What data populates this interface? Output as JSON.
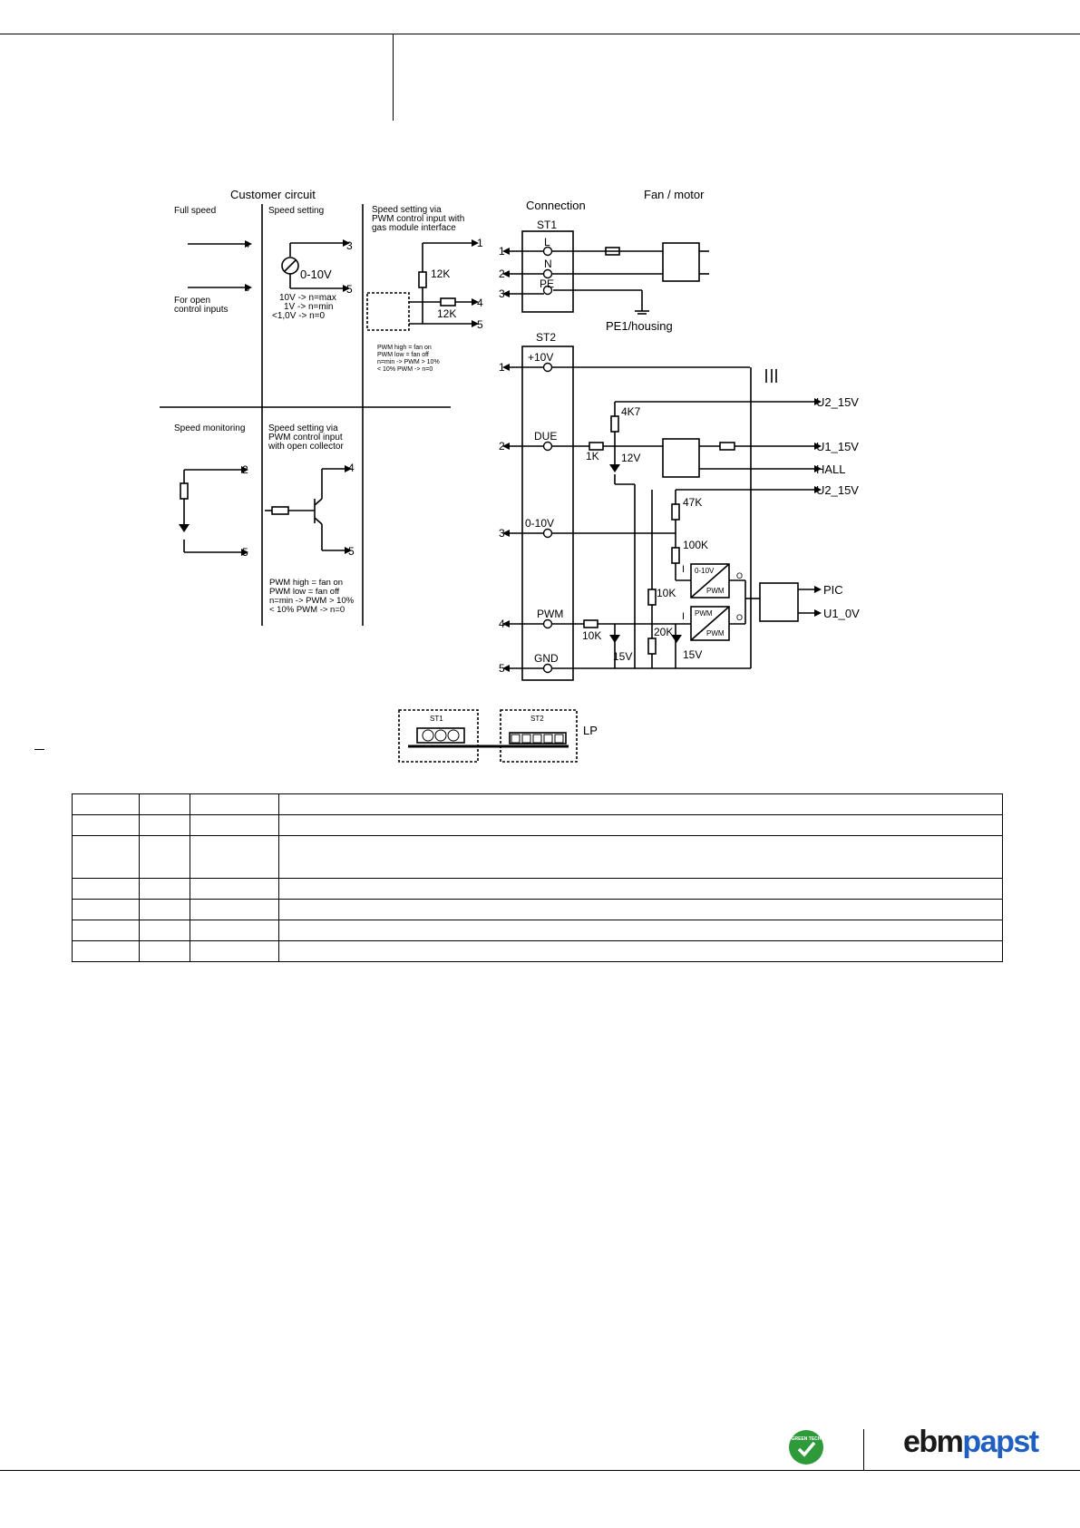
{
  "diagram": {
    "customer_title": "Customer circuit",
    "fan_title": "Fan / motor",
    "connection_label": "Connection",
    "full_speed": "Full speed",
    "speed_setting": "Speed setting",
    "gas_line1": "Speed setting via",
    "gas_line2": "PWM control input with",
    "gas_line3": "gas module interface",
    "open_ctrl1": "For open",
    "open_ctrl2": "control inputs",
    "v010": "0-10V",
    "ss_note1": "10V -> n=max",
    "ss_note2": "1V -> n=min",
    "ss_note3": "<1,0V -> n=0",
    "r12k": "12K",
    "pwm_small1": "PWM high = fan on",
    "pwm_small2": "PWM low = fan off",
    "pwm_small3": "n=min -> PWM > 10%",
    "pwm_small4": "< 10% PWM -> n=0",
    "speed_mon": "Speed monitoring",
    "oc_line1": "Speed setting via",
    "oc_line2": "PWM control input",
    "oc_line3": "with open collector",
    "pwm_big1": "PWM high = fan on",
    "pwm_big2": "PWM low = fan off",
    "pwm_big3": "n=min -> PWM > 10%",
    "pwm_big4": "< 10% PWM -> n=0",
    "st1": "ST1",
    "st2": "ST2",
    "pin_L": "L",
    "pin_N": "N",
    "pin_PE": "PE",
    "pe_housing": "PE1/housing",
    "p10v": "+10V",
    "due": "DUE",
    "pwm": "PWM",
    "gnd": "GND",
    "r4k7": "4K7",
    "r1k": "1K",
    "z12v": "12V",
    "r47k": "47K",
    "r100k": "100K",
    "r10k": "10K",
    "r20k": "20K",
    "z15v": "15V",
    "u2_15v": "U2_15V",
    "u1_15v": "U1_15V",
    "hall": "HALL",
    "pic": "PIC",
    "u1_0v": "U1_0V",
    "conv_010v": "0-10V",
    "lp": "LP",
    "io_i": "I",
    "io_o": "O",
    "n1": "1",
    "n2": "2",
    "n3": "3",
    "n4": "4",
    "n5": "5"
  },
  "table": {
    "rows": [
      [
        "",
        "",
        "",
        ""
      ],
      [
        "",
        "",
        "",
        ""
      ],
      [
        "",
        "",
        "",
        ""
      ],
      [
        "",
        "",
        "",
        ""
      ],
      [
        "",
        "",
        "",
        ""
      ],
      [
        "",
        "",
        "",
        ""
      ],
      [
        "",
        "",
        "",
        ""
      ]
    ]
  },
  "footer": {
    "badge": "GREEN TECH",
    "logo_ebm": "ebm",
    "logo_papst": "papst"
  }
}
